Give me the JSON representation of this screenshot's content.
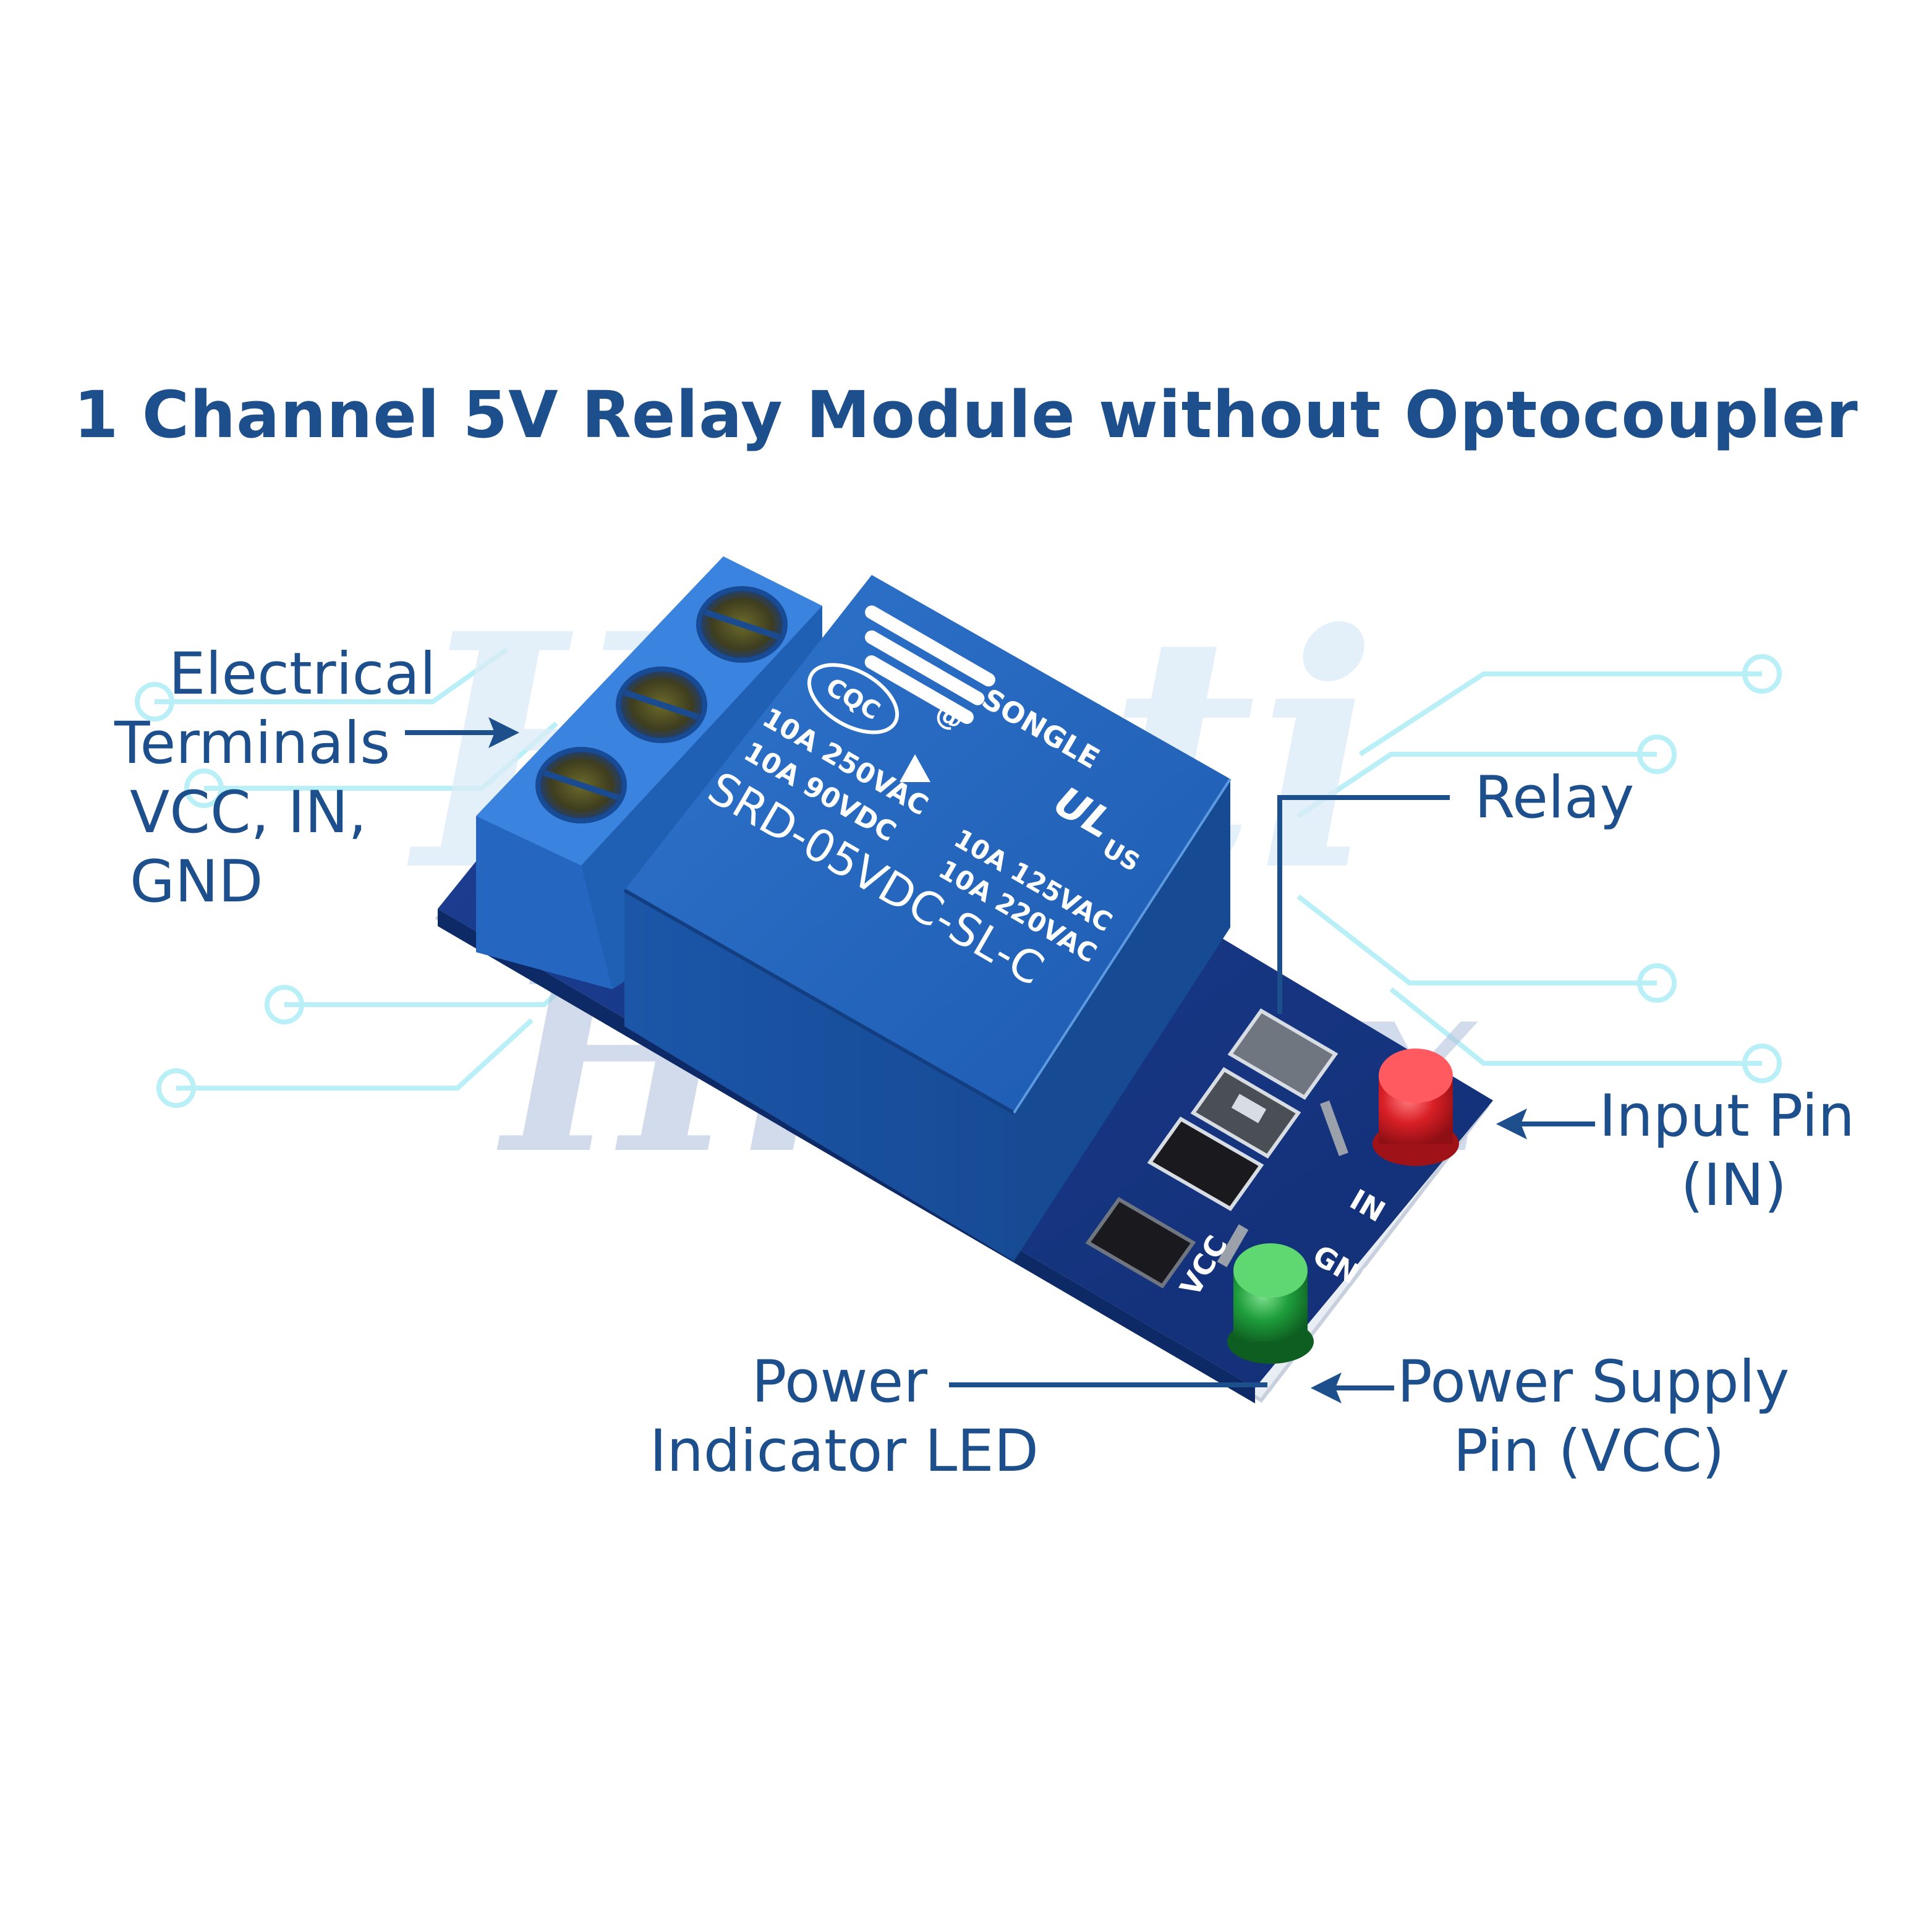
{
  "title": "1 Channel 5V Relay Module without Optocoupler",
  "watermark": {
    "line1": "Hasti",
    "line2": "Hmpex"
  },
  "labels": {
    "electrical_terminals": [
      "Electrical",
      "Terminals",
      "VCC, IN,",
      "GND"
    ],
    "relay": "Relay",
    "input_pin": [
      "Input Pin",
      "(IN)"
    ],
    "power_indicator_led": [
      "Power",
      "Indicator LED"
    ],
    "power_supply_pin": [
      "Power Supply",
      "Pin (VCC)"
    ]
  },
  "relay_markings": {
    "brand": "SONGLE",
    "cert": "CQC",
    "at_sign": "@",
    "ul_mark": "UL",
    "ul_region": "US",
    "rating_1": "10A 250VAC",
    "rating_2": "10A 90VDC",
    "rating_3": "10A 125VAC",
    "rating_4": "10A 220VAC",
    "model": "SRD-05VDC-SL-C"
  },
  "pcb_labels": {
    "in": "IN",
    "gnd": "GND",
    "vcc": "VCC"
  },
  "colors": {
    "text": "#1c4f8c",
    "relay_body": "#1f5fb4",
    "terminal_block": "#2a6fd0",
    "pcb": "#173a8a",
    "led_red": "#d81f26",
    "led_green": "#1f9e3c",
    "circuit_trace": "#b9f0f7"
  }
}
